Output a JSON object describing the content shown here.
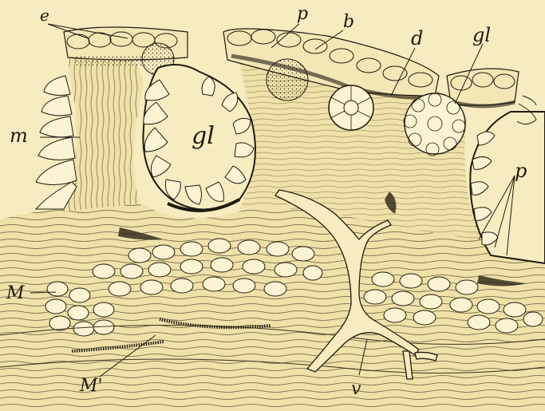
{
  "labels": {
    "e": "e",
    "p_top": "p",
    "b": "b",
    "d": "d",
    "gl_right": "gl",
    "m": "m",
    "gl_center": "gl",
    "p_right": "p",
    "M": "M",
    "M_prime": "M'",
    "v": "v"
  },
  "colors": {
    "paper": "#f6ecc0",
    "ink": "#1f1a10",
    "tissue": "#efe1a8",
    "dark_stain": "#2b2415"
  }
}
